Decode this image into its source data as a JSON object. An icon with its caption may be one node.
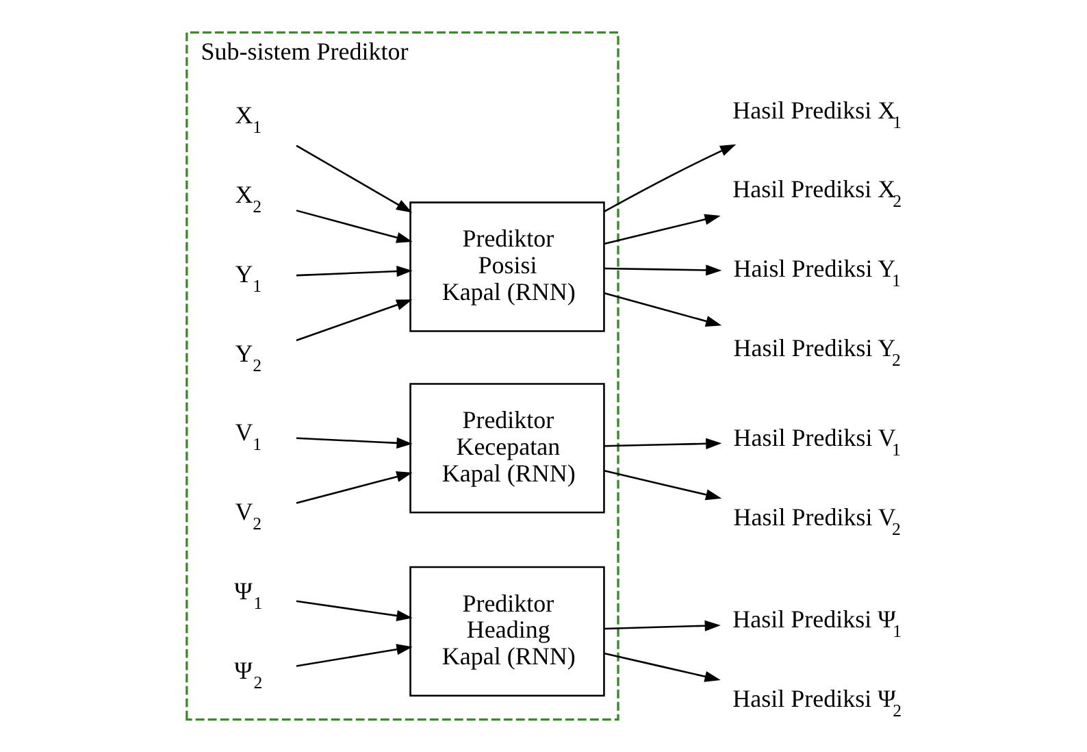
{
  "diagram": {
    "nodes": [
      {
        "text": [
          "Sub-sistem Prediktor"
        ]
      },
      {
        "text": [
          "X$_{1}$"
        ],
        "in": 0
      },
      {
        "text": [
          "X$_{2}$"
        ],
        "in": 0
      },
      {
        "text": [
          "Y$_{1}$"
        ],
        "in": 0
      },
      {
        "text": [
          "Y$_{2}$"
        ],
        "in": 0
      },
      {
        "text": [
          "Prediktor Posisi Kapal (RNN)"
        ],
        "in": 0
      },
      {
        "text": [
          "Hasil Prediksi X$_{1}$"
        ]
      },
      {
        "text": [
          "Hasil Prediksi X$_{2}$"
        ]
      },
      {
        "text": [
          "Haisl Prediksi Y$_{1}$"
        ]
      },
      {
        "text": [
          "Hasil Prediksi Y$_{2}$"
        ]
      },
      {
        "text": [
          "V$_{1}$"
        ],
        "in": 0
      },
      {
        "text": [
          "V$_{2}$"
        ],
        "in": 0
      },
      {
        "text": [
          "Prediktor Kecepatan Kapal (RNN)"
        ],
        "in": 0
      },
      {
        "text": [
          "Hasil Prediksi V$_{1}$"
        ]
      },
      {
        "text": [
          "Hasil Prediksi V$_{2}$"
        ]
      },
      {
        "text": [
          "Ψ$_{1}$"
        ],
        "in": 0
      },
      {
        "text": [
          "Ψ$_{2}$"
        ],
        "in": 0
      },
      {
        "text": [
          "Prediktor Heading Kapal (RNN)"
        ],
        "in": 0
      },
      {
        "text": [
          "Hasil Prediksi Ψ$_{1}$"
        ]
      },
      {
        "text": [
          "Hasil Prediksi Ψ$_{2}$"
        ]
      }
    ],
    "edges": [
      {
        "from": 1,
        "to": 5,
        "arrow": "to"
      },
      {
        "from": 2,
        "to": 5,
        "arrow": "to"
      },
      {
        "from": 3,
        "to": 5,
        "arrow": "to"
      },
      {
        "from": 4,
        "to": 5,
        "arrow": "to"
      },
      {
        "from": 5,
        "to": 6,
        "arrow": "to"
      },
      {
        "from": 5,
        "to": 7,
        "arrow": "to"
      },
      {
        "from": 5,
        "to": 8,
        "arrow": "to"
      },
      {
        "from": 5,
        "to": 9,
        "arrow": "to"
      },
      {
        "from": 10,
        "to": 12,
        "arrow": "to"
      },
      {
        "from": 11,
        "to": 12,
        "arrow": "to"
      },
      {
        "from": 12,
        "to": 13,
        "arrow": "to"
      },
      {
        "from": 12,
        "to": 14,
        "arrow": "to"
      },
      {
        "from": 15,
        "to": 17,
        "arrow": "to"
      },
      {
        "from": 16,
        "to": 17,
        "arrow": "to"
      },
      {
        "from": 17,
        "to": 18,
        "arrow": "to"
      },
      {
        "from": 17,
        "to": 19,
        "arrow": "to"
      }
    ]
  }
}
